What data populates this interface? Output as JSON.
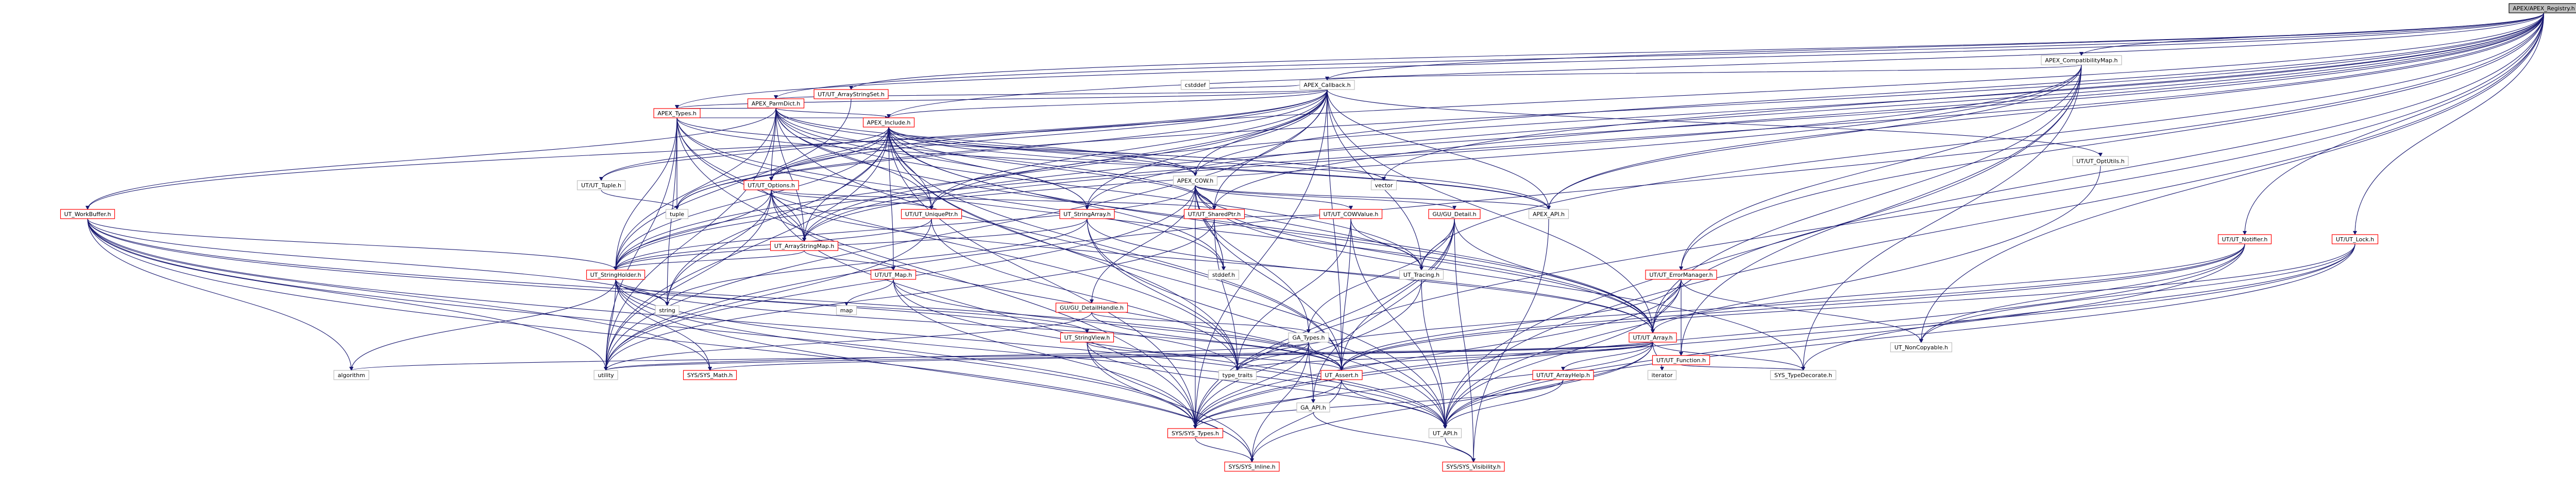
{
  "colors": {
    "link_edge": "#191970",
    "node_border_link": "#ff0000",
    "node_border_plain": "#bfbfbf",
    "node_border_root": "#000000",
    "root_fill": "#bfbfbf",
    "node_fill": "#ffffff",
    "text": "#000000"
  },
  "nodes": [
    {
      "id": "n0",
      "label": "APEX/APEX_Registry.h",
      "kind": "root"
    },
    {
      "id": "n1",
      "label": "UT/UT_ArrayStringSet.h",
      "kind": "link"
    },
    {
      "id": "n2",
      "label": "APEX_Callback.h",
      "kind": "plain"
    },
    {
      "id": "n3",
      "label": "APEX_CompatibilityMap.h",
      "kind": "plain"
    },
    {
      "id": "n4",
      "label": "UT/UT_Notifier.h",
      "kind": "link"
    },
    {
      "id": "n5",
      "label": "UT/UT_Lock.h",
      "kind": "link"
    },
    {
      "id": "n6",
      "label": "APEX_ParmDict.h",
      "kind": "link"
    },
    {
      "id": "n7",
      "label": "cstddef",
      "kind": "plain"
    },
    {
      "id": "n8",
      "label": "UT/UT_OptUtils.h",
      "kind": "plain"
    },
    {
      "id": "n9",
      "label": "APEX_Types.h",
      "kind": "link"
    },
    {
      "id": "n10",
      "label": "APEX_Include.h",
      "kind": "link"
    },
    {
      "id": "n11",
      "label": "APEX_COW.h",
      "kind": "plain"
    },
    {
      "id": "n12",
      "label": "UT/UT_Tuple.h",
      "kind": "plain"
    },
    {
      "id": "n13",
      "label": "UT/UT_Options.h",
      "kind": "link"
    },
    {
      "id": "n14",
      "label": "vector",
      "kind": "plain"
    },
    {
      "id": "n15",
      "label": "APEX_API.h",
      "kind": "plain"
    },
    {
      "id": "n16",
      "label": "UT_WorkBuffer.h",
      "kind": "link"
    },
    {
      "id": "n17",
      "label": "tuple",
      "kind": "plain"
    },
    {
      "id": "n18",
      "label": "UT_ArrayStringMap.h",
      "kind": "link"
    },
    {
      "id": "n19",
      "label": "UT/UT_UniquePtr.h",
      "kind": "link"
    },
    {
      "id": "n20",
      "label": "UT_StringArray.h",
      "kind": "link"
    },
    {
      "id": "n21",
      "label": "UT/UT_SharedPtr.h",
      "kind": "link"
    },
    {
      "id": "n22",
      "label": "UT/UT_COWValue.h",
      "kind": "link"
    },
    {
      "id": "n23",
      "label": "GU/GU_Detail.h",
      "kind": "link"
    },
    {
      "id": "n24",
      "label": "UT/UT_ErrorManager.h",
      "kind": "link"
    },
    {
      "id": "n25",
      "label": "UT/UT_Map.h",
      "kind": "link"
    },
    {
      "id": "n26",
      "label": "stddef.h",
      "kind": "plain"
    },
    {
      "id": "n27",
      "label": "GU/GU_DetailHandle.h",
      "kind": "link"
    },
    {
      "id": "n28",
      "label": "UT_Tracing.h",
      "kind": "plain"
    },
    {
      "id": "n29",
      "label": "UT_StringHolder.h",
      "kind": "link"
    },
    {
      "id": "n30",
      "label": "map",
      "kind": "plain"
    },
    {
      "id": "n31",
      "label": "string",
      "kind": "plain"
    },
    {
      "id": "n32",
      "label": "UT_StringView.h",
      "kind": "link"
    },
    {
      "id": "n33",
      "label": "GA_Types.h",
      "kind": "plain"
    },
    {
      "id": "n34",
      "label": "UT/UT_Array.h",
      "kind": "link"
    },
    {
      "id": "n35",
      "label": "UT/UT_Function.h",
      "kind": "link"
    },
    {
      "id": "n36",
      "label": "UT_NonCopyable.h",
      "kind": "plain"
    },
    {
      "id": "n37",
      "label": "algorithm",
      "kind": "plain"
    },
    {
      "id": "n38",
      "label": "utility",
      "kind": "plain"
    },
    {
      "id": "n39",
      "label": "SYS/SYS_Math.h",
      "kind": "link"
    },
    {
      "id": "n40",
      "label": "type_traits",
      "kind": "plain"
    },
    {
      "id": "n41",
      "label": "UT_Assert.h",
      "kind": "link"
    },
    {
      "id": "n42",
      "label": "UT/UT_ArrayHelp.h",
      "kind": "link"
    },
    {
      "id": "n43",
      "label": "iterator",
      "kind": "plain"
    },
    {
      "id": "n44",
      "label": "SYS_TypeDecorate.h",
      "kind": "plain"
    },
    {
      "id": "n45",
      "label": "GA_API.h",
      "kind": "plain"
    },
    {
      "id": "n46",
      "label": "SYS/SYS_Types.h",
      "kind": "link"
    },
    {
      "id": "n47",
      "label": "UT_API.h",
      "kind": "plain"
    },
    {
      "id": "n48",
      "label": "SYS/SYS_Inline.h",
      "kind": "link"
    },
    {
      "id": "n49",
      "label": "SYS/SYS_Visibility.h",
      "kind": "link"
    }
  ],
  "edges": [
    [
      "n0",
      "n1"
    ],
    [
      "n0",
      "n2"
    ],
    [
      "n0",
      "n3"
    ],
    [
      "n0",
      "n4"
    ],
    [
      "n0",
      "n5"
    ],
    [
      "n0",
      "n15"
    ],
    [
      "n0",
      "n29"
    ],
    [
      "n0",
      "n11"
    ],
    [
      "n0",
      "n14"
    ],
    [
      "n0",
      "n17"
    ],
    [
      "n0",
      "n46"
    ],
    [
      "n0",
      "n36"
    ],
    [
      "n0",
      "n38"
    ],
    [
      "n0",
      "n34"
    ],
    [
      "n0",
      "n21"
    ],
    [
      "n0",
      "n20"
    ],
    [
      "n0",
      "n18"
    ],
    [
      "n0",
      "n13"
    ],
    [
      "n0",
      "n19"
    ],
    [
      "n0",
      "n10"
    ],
    [
      "n0",
      "n6"
    ],
    [
      "n0",
      "n9"
    ],
    [
      "n0",
      "n28"
    ],
    [
      "n0",
      "n47"
    ],
    [
      "n0",
      "n24"
    ],
    [
      "n1",
      "n29"
    ],
    [
      "n2",
      "n6"
    ],
    [
      "n2",
      "n7"
    ],
    [
      "n2",
      "n8"
    ],
    [
      "n2",
      "n9"
    ],
    [
      "n2",
      "n10"
    ],
    [
      "n2",
      "n11"
    ],
    [
      "n2",
      "n12"
    ],
    [
      "n2",
      "n13"
    ],
    [
      "n2",
      "n15"
    ],
    [
      "n2",
      "n16"
    ],
    [
      "n2",
      "n18"
    ],
    [
      "n2",
      "n19"
    ],
    [
      "n2",
      "n20"
    ],
    [
      "n2",
      "n21"
    ],
    [
      "n2",
      "n29"
    ],
    [
      "n2",
      "n34"
    ],
    [
      "n2",
      "n38"
    ],
    [
      "n2",
      "n46"
    ],
    [
      "n2",
      "n17"
    ],
    [
      "n2",
      "n41"
    ],
    [
      "n2",
      "n28"
    ],
    [
      "n3",
      "n2"
    ],
    [
      "n3",
      "n15"
    ],
    [
      "n3",
      "n24"
    ],
    [
      "n3",
      "n34"
    ],
    [
      "n3",
      "n35"
    ],
    [
      "n3",
      "n44"
    ],
    [
      "n3",
      "n29"
    ],
    [
      "n3",
      "n47"
    ],
    [
      "n3",
      "n18"
    ],
    [
      "n4",
      "n34"
    ],
    [
      "n4",
      "n36"
    ],
    [
      "n4",
      "n47"
    ],
    [
      "n4",
      "n40"
    ],
    [
      "n4",
      "n41"
    ],
    [
      "n4",
      "n46"
    ],
    [
      "n5",
      "n36"
    ],
    [
      "n5",
      "n47"
    ],
    [
      "n5",
      "n41"
    ],
    [
      "n5",
      "n46"
    ],
    [
      "n5",
      "n44"
    ],
    [
      "n6",
      "n9"
    ],
    [
      "n6",
      "n10"
    ],
    [
      "n6",
      "n11"
    ],
    [
      "n6",
      "n13"
    ],
    [
      "n6",
      "n15"
    ],
    [
      "n6",
      "n18"
    ],
    [
      "n6",
      "n19"
    ],
    [
      "n6",
      "n20"
    ],
    [
      "n6",
      "n21"
    ],
    [
      "n6",
      "n29"
    ],
    [
      "n6",
      "n34"
    ],
    [
      "n6",
      "n38"
    ],
    [
      "n6",
      "n16"
    ],
    [
      "n6",
      "n28"
    ],
    [
      "n6",
      "n41"
    ],
    [
      "n8",
      "n47"
    ],
    [
      "n9",
      "n10"
    ],
    [
      "n9",
      "n15"
    ],
    [
      "n9",
      "n18"
    ],
    [
      "n9",
      "n29"
    ],
    [
      "n9",
      "n17"
    ],
    [
      "n9",
      "n38"
    ],
    [
      "n9",
      "n46"
    ],
    [
      "n9",
      "n34"
    ],
    [
      "n9",
      "n14"
    ],
    [
      "n9",
      "n31"
    ],
    [
      "n9",
      "n40"
    ],
    [
      "n9",
      "n26"
    ],
    [
      "n10",
      "n11"
    ],
    [
      "n10",
      "n12"
    ],
    [
      "n10",
      "n13"
    ],
    [
      "n10",
      "n14"
    ],
    [
      "n10",
      "n15"
    ],
    [
      "n10",
      "n18"
    ],
    [
      "n10",
      "n19"
    ],
    [
      "n10",
      "n20"
    ],
    [
      "n10",
      "n21"
    ],
    [
      "n10",
      "n25"
    ],
    [
      "n10",
      "n26"
    ],
    [
      "n10",
      "n29"
    ],
    [
      "n10",
      "n34"
    ],
    [
      "n10",
      "n38"
    ],
    [
      "n10",
      "n40"
    ],
    [
      "n10",
      "n41"
    ],
    [
      "n10",
      "n46"
    ],
    [
      "n10",
      "n47"
    ],
    [
      "n10",
      "n31"
    ],
    [
      "n10",
      "n17"
    ],
    [
      "n11",
      "n15"
    ],
    [
      "n11",
      "n21"
    ],
    [
      "n11",
      "n22"
    ],
    [
      "n11",
      "n23"
    ],
    [
      "n11",
      "n27"
    ],
    [
      "n11",
      "n28"
    ],
    [
      "n11",
      "n33"
    ],
    [
      "n11",
      "n41"
    ],
    [
      "n11",
      "n38"
    ],
    [
      "n11",
      "n26"
    ],
    [
      "n11",
      "n46"
    ],
    [
      "n11",
      "n44"
    ],
    [
      "n11",
      "n34"
    ],
    [
      "n11",
      "n29"
    ],
    [
      "n12",
      "n17"
    ],
    [
      "n13",
      "n18"
    ],
    [
      "n13",
      "n19"
    ],
    [
      "n13",
      "n21"
    ],
    [
      "n13",
      "n29"
    ],
    [
      "n13",
      "n34"
    ],
    [
      "n13",
      "n38"
    ],
    [
      "n13",
      "n31"
    ],
    [
      "n13",
      "n47"
    ],
    [
      "n13",
      "n46"
    ],
    [
      "n15",
      "n49"
    ],
    [
      "n16",
      "n29"
    ],
    [
      "n16",
      "n37"
    ],
    [
      "n16",
      "n38"
    ],
    [
      "n16",
      "n31"
    ],
    [
      "n16",
      "n41"
    ],
    [
      "n16",
      "n46"
    ],
    [
      "n16",
      "n47"
    ],
    [
      "n16",
      "n48"
    ],
    [
      "n16",
      "n39"
    ],
    [
      "n16",
      "n40"
    ],
    [
      "n18",
      "n29"
    ],
    [
      "n18",
      "n25"
    ],
    [
      "n19",
      "n29"
    ],
    [
      "n19",
      "n38"
    ],
    [
      "n19",
      "n40"
    ],
    [
      "n20",
      "n29"
    ],
    [
      "n20",
      "n34"
    ],
    [
      "n20",
      "n40"
    ],
    [
      "n20",
      "n31"
    ],
    [
      "n20",
      "n47"
    ],
    [
      "n21",
      "n26"
    ],
    [
      "n21",
      "n40"
    ],
    [
      "n21",
      "n38"
    ],
    [
      "n22",
      "n21"
    ],
    [
      "n22",
      "n28"
    ],
    [
      "n22",
      "n41"
    ],
    [
      "n22",
      "n40"
    ],
    [
      "n22",
      "n47"
    ],
    [
      "n23",
      "n33"
    ],
    [
      "n23",
      "n34"
    ],
    [
      "n23",
      "n41"
    ],
    [
      "n23",
      "n45"
    ],
    [
      "n23",
      "n46"
    ],
    [
      "n23",
      "n28"
    ],
    [
      "n23",
      "n49"
    ],
    [
      "n24",
      "n34"
    ],
    [
      "n24",
      "n36"
    ],
    [
      "n24",
      "n41"
    ],
    [
      "n24",
      "n47"
    ],
    [
      "n24",
      "n35"
    ],
    [
      "n24",
      "n46"
    ],
    [
      "n25",
      "n30"
    ],
    [
      "n25",
      "n41"
    ],
    [
      "n25",
      "n46"
    ],
    [
      "n25",
      "n47"
    ],
    [
      "n27",
      "n33"
    ],
    [
      "n27",
      "n41"
    ],
    [
      "n27",
      "n38"
    ],
    [
      "n28",
      "n47"
    ],
    [
      "n28",
      "n46"
    ],
    [
      "n29",
      "n31"
    ],
    [
      "n29",
      "n32"
    ],
    [
      "n29",
      "n38"
    ],
    [
      "n29",
      "n41"
    ],
    [
      "n29",
      "n46"
    ],
    [
      "n29",
      "n47"
    ],
    [
      "n29",
      "n48"
    ],
    [
      "n29",
      "n37"
    ],
    [
      "n29",
      "n39"
    ],
    [
      "n32",
      "n41"
    ],
    [
      "n32",
      "n46"
    ],
    [
      "n32",
      "n47"
    ],
    [
      "n32",
      "n48"
    ],
    [
      "n33",
      "n41"
    ],
    [
      "n33",
      "n45"
    ],
    [
      "n33",
      "n46"
    ],
    [
      "n33",
      "n38"
    ],
    [
      "n33",
      "n48"
    ],
    [
      "n33",
      "n40"
    ],
    [
      "n34",
      "n37"
    ],
    [
      "n34",
      "n38"
    ],
    [
      "n34",
      "n40"
    ],
    [
      "n34",
      "n41"
    ],
    [
      "n34",
      "n42"
    ],
    [
      "n34",
      "n43"
    ],
    [
      "n34",
      "n44"
    ],
    [
      "n34",
      "n46"
    ],
    [
      "n34",
      "n47"
    ],
    [
      "n34",
      "n48"
    ],
    [
      "n34",
      "n39"
    ],
    [
      "n35",
      "n44"
    ],
    [
      "n41",
      "n47"
    ],
    [
      "n41",
      "n46"
    ],
    [
      "n41",
      "n48"
    ],
    [
      "n42",
      "n46"
    ],
    [
      "n42",
      "n47"
    ],
    [
      "n45",
      "n49"
    ],
    [
      "n46",
      "n48"
    ],
    [
      "n47",
      "n49"
    ]
  ]
}
